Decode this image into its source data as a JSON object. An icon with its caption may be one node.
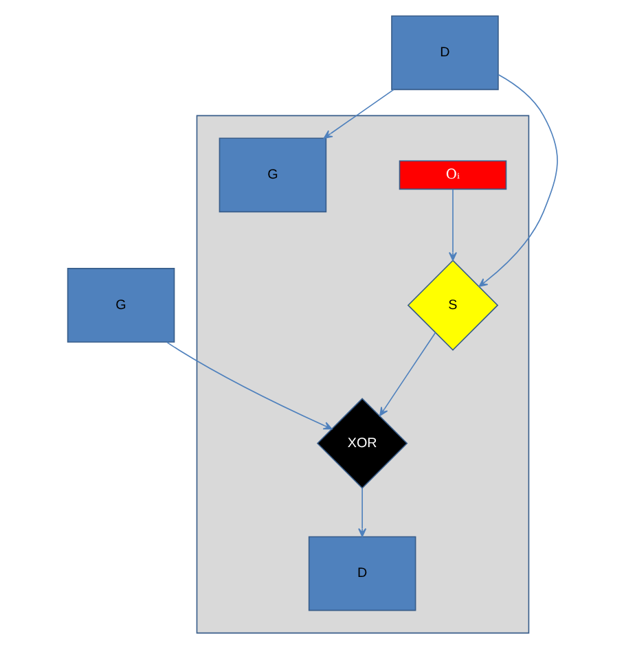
{
  "diagram": {
    "nodes": [
      {
        "text": [
          "G"
        ]
      },
      {
        "text": [
          "D"
        ]
      },
      {
        "text": [],
        "shape": "box"
      },
      {
        "text": [
          "Oᵢ"
        ],
        "in": 2
      },
      {
        "text": [
          "S"
        ],
        "in": 2
      },
      {
        "text": [
          "XOR"
        ],
        "in": 2
      },
      {
        "text": [
          "G"
        ],
        "in": 2
      },
      {
        "text": [
          "D"
        ],
        "in": 2
      }
    ],
    "edges": [
      {
        "from": 0,
        "to": 5,
        "arrow": "to"
      },
      {
        "from": 1,
        "to": 4,
        "arrow": "to"
      },
      {
        "from": 1,
        "to": 6,
        "arrow": "to"
      },
      {
        "from": 3,
        "to": 4,
        "arrow": "to"
      },
      {
        "from": 4,
        "to": 5,
        "arrow": "to"
      },
      {
        "from": 5,
        "to": 7,
        "arrow": "to"
      }
    ]
  }
}
